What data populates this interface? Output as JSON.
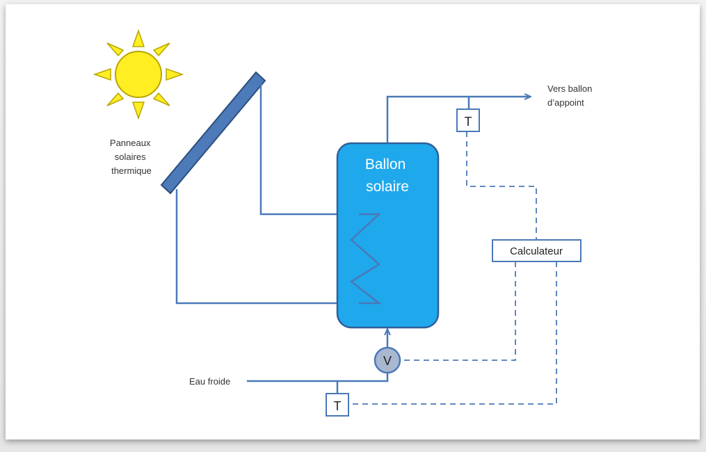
{
  "labels": {
    "panels": [
      "Panneaux",
      "solaires",
      "thermique"
    ],
    "tank": [
      "Ballon",
      "solaire"
    ],
    "to_backup": [
      "Vers ballon",
      "d’appoint"
    ],
    "cold_water": "Eau froide",
    "controller": "Calculateur",
    "sensor_top": "T",
    "sensor_bottom": "T",
    "valve": "V"
  },
  "colors": {
    "pipe": "#4a78b8",
    "tank_fill": "#1fa8ec",
    "tank_stroke": "#2f5f9a",
    "panel_fill": "#4d7ab8",
    "panel_stroke": "#2c4e80",
    "sun_fill": "#ffee22",
    "sun_stroke": "#b9a500",
    "valve_fill": "#a9b7cf",
    "dashed": "#4a78b8"
  },
  "icons": [
    "sun-icon",
    "solar-panel-icon",
    "heat-exchanger-coil-icon",
    "arrow-icon"
  ]
}
